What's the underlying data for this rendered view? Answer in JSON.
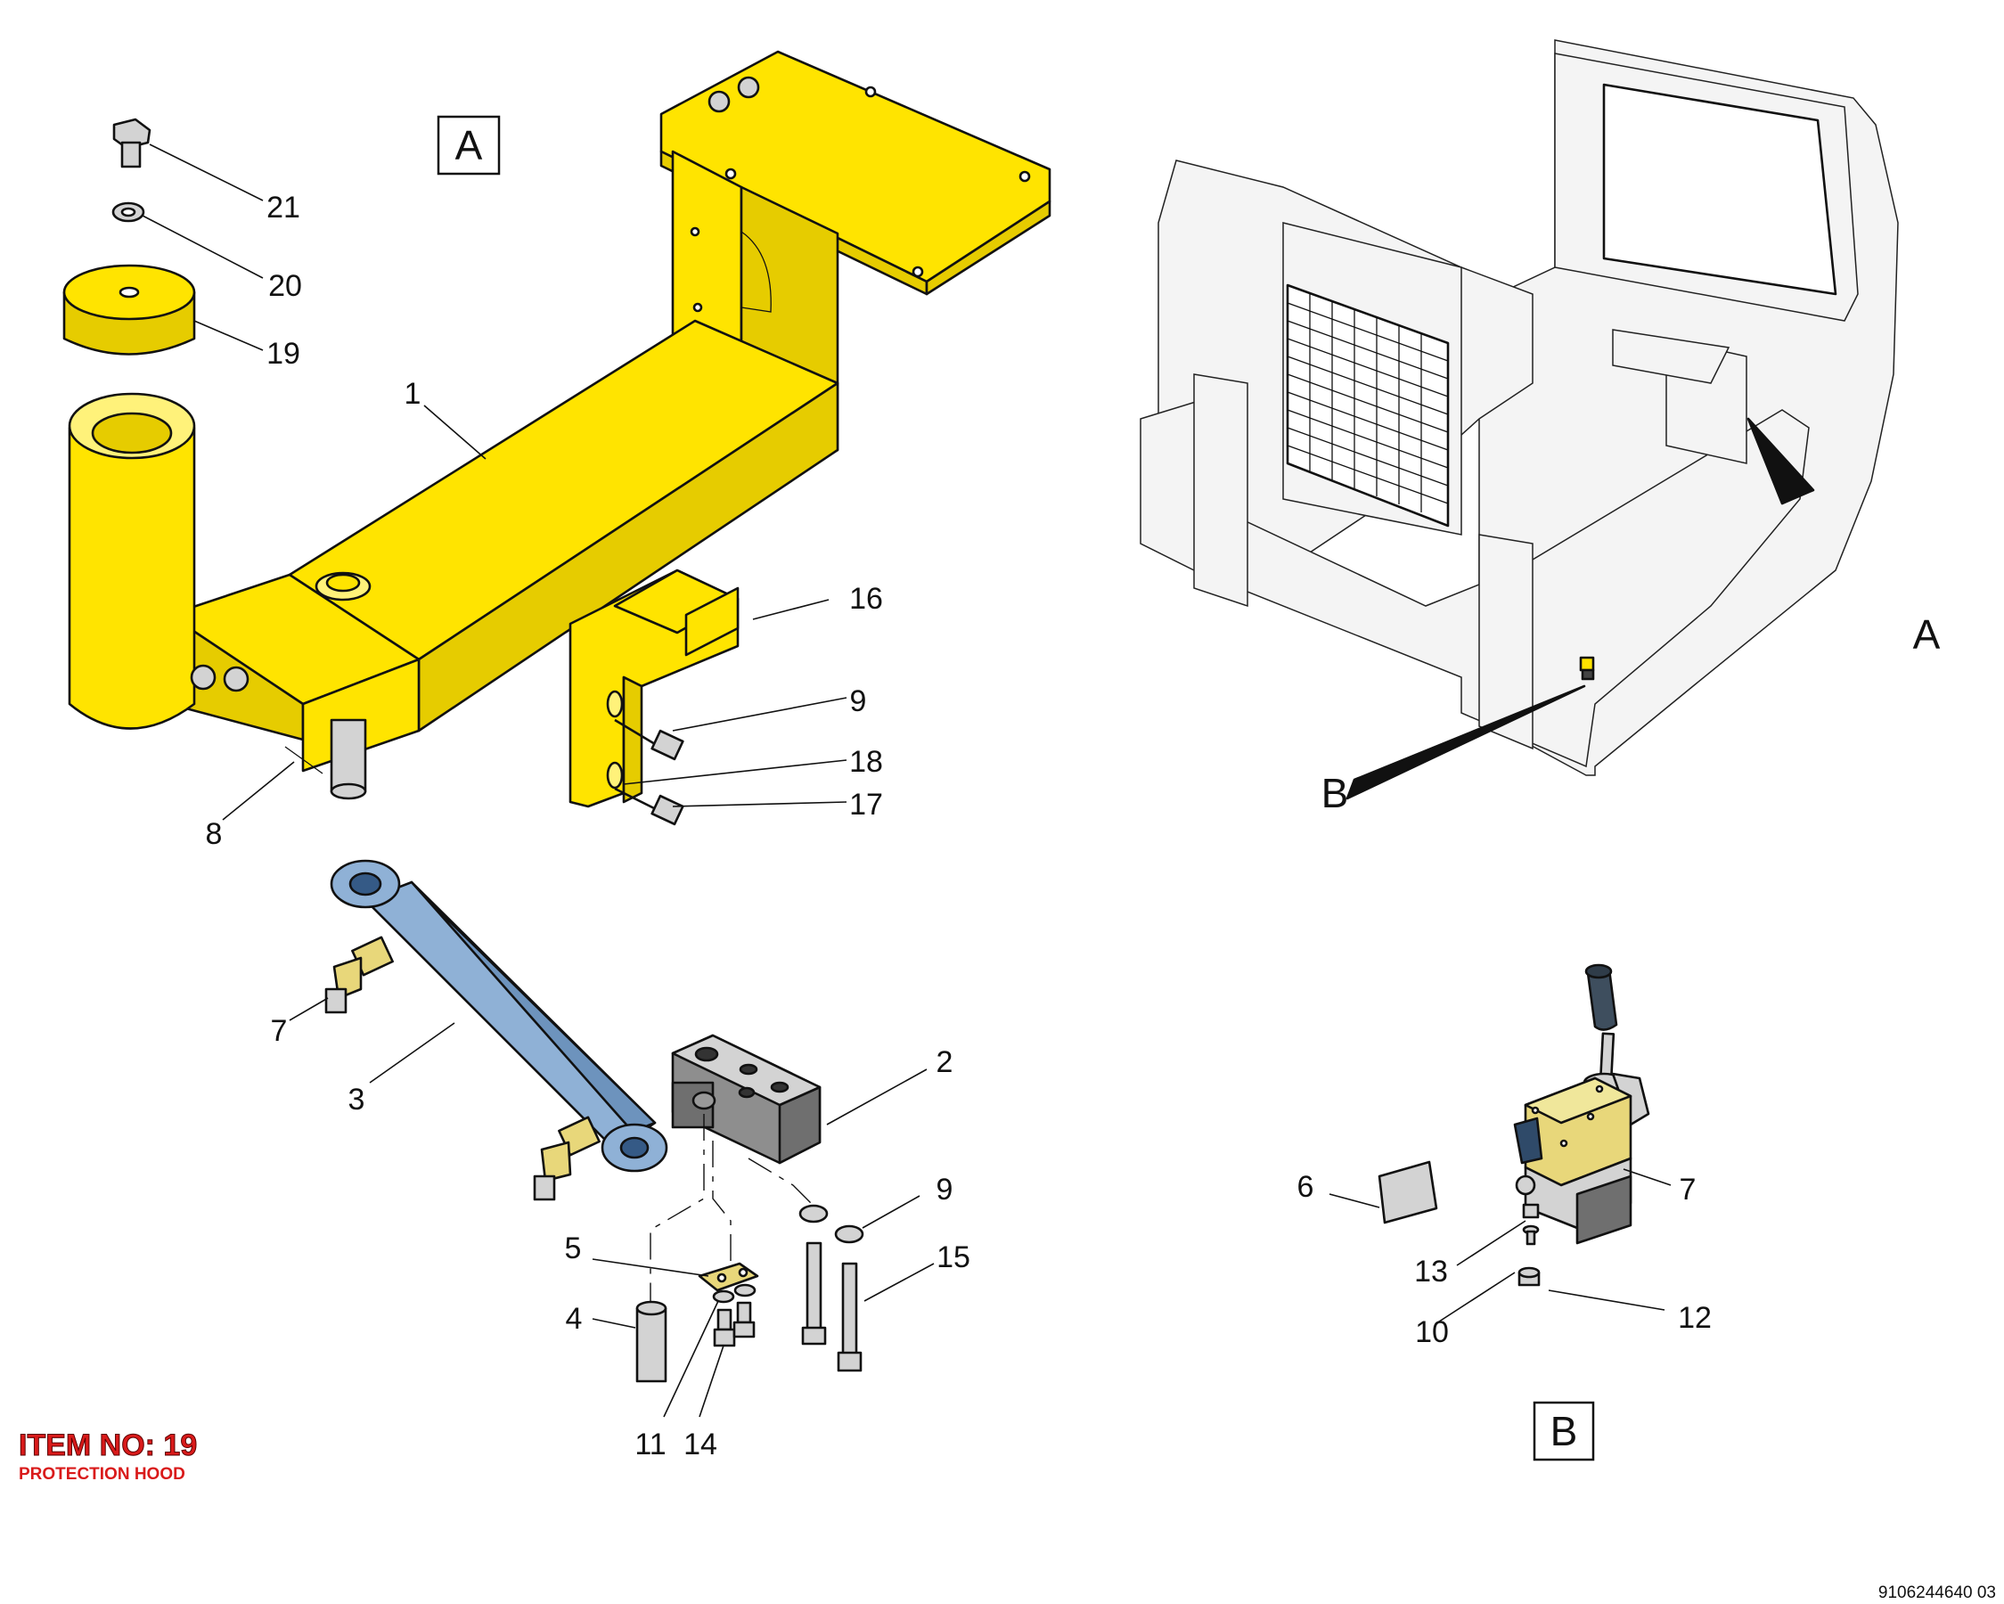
{
  "diagram": {
    "view_labels": {
      "view_a": "A",
      "view_b": "B",
      "pointer_a": "A",
      "pointer_b": "B"
    },
    "callouts": {
      "c1": "1",
      "c2": "2",
      "c3": "3",
      "c4": "4",
      "c5": "5",
      "c6": "6",
      "c7a": "7",
      "c7b": "7",
      "c8": "8",
      "c9a": "9",
      "c9b": "9",
      "c10": "10",
      "c11": "11",
      "c12": "12",
      "c13": "13",
      "c14": "14",
      "c15": "15",
      "c16": "16",
      "c17": "17",
      "c18": "18",
      "c19": "19",
      "c20": "20",
      "c21": "21"
    },
    "item": {
      "title": "ITEM NO: 19",
      "subtitle": "PROTECTION HOOD"
    },
    "document_number": "9106244640 03"
  },
  "colors": {
    "part_highlight": "#ffe400",
    "cylinder": "#8fb1d6",
    "bracket": "#8e8e8e",
    "item_text": "#d91a1a"
  }
}
